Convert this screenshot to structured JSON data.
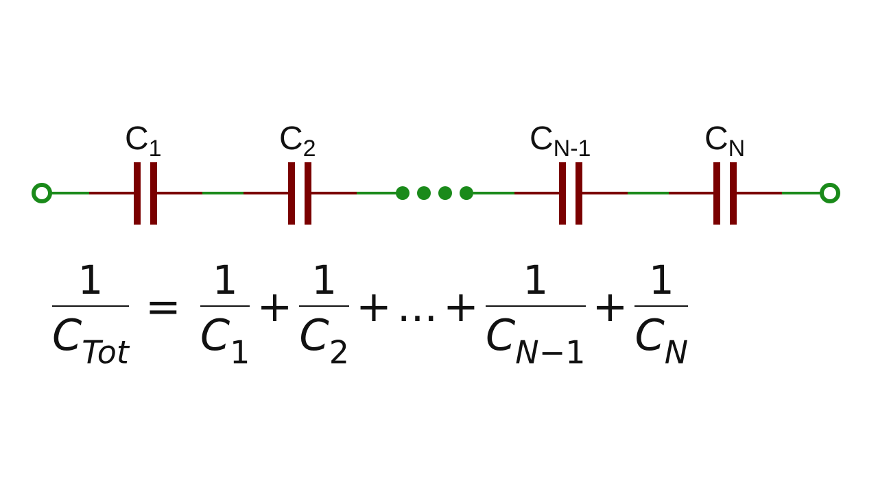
{
  "circuit": {
    "wire_color": "#1a8a1a",
    "capacitor_color": "#7a0000",
    "capacitors": [
      {
        "label": "C",
        "sub": "1"
      },
      {
        "label": "C",
        "sub": "2"
      },
      {
        "label": "C",
        "sub": "N-1"
      },
      {
        "label": "C",
        "sub": "N"
      }
    ]
  },
  "equation": {
    "lhs": {
      "num": "1",
      "den": "C",
      "den_sub": "Tot"
    },
    "equals": "=",
    "plus": "+",
    "ellipsis": "...",
    "terms": [
      {
        "num": "1",
        "den": "C",
        "den_sub": "1"
      },
      {
        "num": "1",
        "den": "C",
        "den_sub": "2"
      },
      {
        "num": "1",
        "den": "C",
        "den_sub_italic": "N",
        "den_sub": "−1"
      },
      {
        "num": "1",
        "den": "C",
        "den_sub_italic": "N",
        "den_sub": ""
      }
    ]
  }
}
